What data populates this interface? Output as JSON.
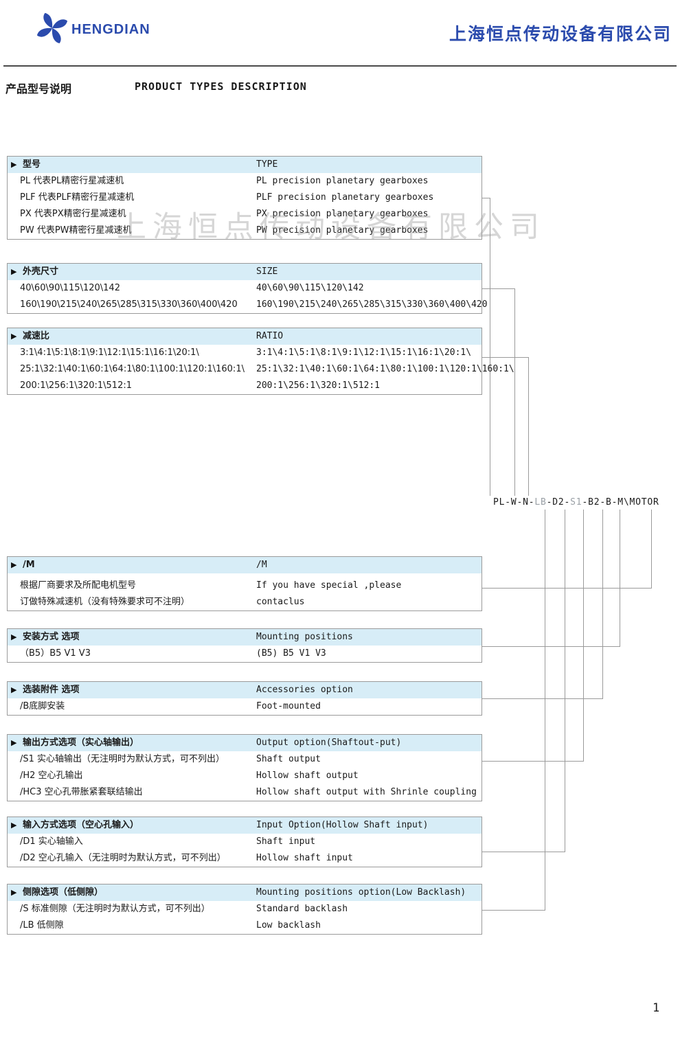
{
  "header": {
    "brand": "HENGDIAN",
    "company": "上海恒点传动设备有限公司"
  },
  "title": {
    "cn": "产品型号说明",
    "en": "PRODUCT TYPES DESCRIPTION"
  },
  "watermark": "上海恒点传动设备有限公司",
  "icons": {
    "section_marker": "▶"
  },
  "model_code": {
    "segments": [
      {
        "text": "PL-W-N-"
      },
      {
        "text": "LB"
      },
      {
        "text": "-D2-"
      },
      {
        "text": "S1"
      },
      {
        "text": "-B2-B-M\\MOTOR"
      }
    ]
  },
  "sections": [
    {
      "header_cn": "型号",
      "header_en": "TYPE",
      "rows": [
        {
          "cn": "PL 代表PL精密行星减速机",
          "en": "PL  precision planetary gearboxes"
        },
        {
          "cn": "PLF 代表PLF精密行星减速机",
          "en": "PLF precision planetary gearboxes"
        },
        {
          "cn": "PX  代表PX精密行星减速机",
          "en": "PX precision planetary gearboxes"
        },
        {
          "cn": "PW 代表PW精密行星减速机",
          "en": "PW precision planetary gearboxes"
        }
      ]
    },
    {
      "header_cn": "外壳尺寸",
      "header_en": "SIZE",
      "rows": [
        {
          "cn": "40\\60\\90\\115\\120\\142",
          "en": "40\\60\\90\\115\\120\\142"
        },
        {
          "cn": "160\\190\\215\\240\\265\\285\\315\\330\\360\\400\\420",
          "en": "160\\190\\215\\240\\265\\285\\315\\330\\360\\400\\420"
        }
      ]
    },
    {
      "header_cn": "减速比",
      "header_en": "RATIO",
      "rows": [
        {
          "cn": "3:1\\4:1\\5:1\\8:1\\9:1\\12:1\\15:1\\16:1\\20:1\\",
          "en": "3:1\\4:1\\5:1\\8:1\\9:1\\12:1\\15:1\\16:1\\20:1\\"
        },
        {
          "cn": "25:1\\32:1\\40:1\\60:1\\64:1\\80:1\\100:1\\120:1\\160:1\\",
          "en": "25:1\\32:1\\40:1\\60:1\\64:1\\80:1\\100:1\\120:1\\160:1\\"
        },
        {
          "cn": "200:1\\256:1\\320:1\\512:1",
          "en": "200:1\\256:1\\320:1\\512:1"
        }
      ]
    },
    {
      "header_cn": "/M",
      "header_en": "/M",
      "rows": [
        {
          "cn": "根据厂商要求及所配电机型号",
          "en": "If you have special ,please"
        },
        {
          "cn": "订做特殊减速机（没有特殊要求可不注明）",
          "en": "contaclus"
        }
      ]
    },
    {
      "header_cn": "安装方式 选项",
      "header_en": "Mounting positions",
      "rows": [
        {
          "cn": "（B5）B5 V1 V3",
          "en": "(B5) B5 V1 V3"
        }
      ]
    },
    {
      "header_cn": "选装附件 选项",
      "header_en": "Accessories option",
      "rows": [
        {
          "cn": "/B底脚安装",
          "en": "Foot-mounted"
        }
      ]
    },
    {
      "header_cn": "输出方式选项（实心轴输出）",
      "header_en": "Output option(Shaftout-put)",
      "rows": [
        {
          "cn": "/S1 实心轴输出（无注明时为默认方式，可不列出）",
          "en": "Shaft output"
        },
        {
          "cn": "/H2 空心孔输出",
          "en": "Hollow shaft output"
        },
        {
          "cn": "/HC3 空心孔带胀紧套联结输出",
          "en": "Hollow shaft output with Shrinle coupling"
        }
      ]
    },
    {
      "header_cn": "输入方式选项（空心孔输入）",
      "header_en": "Input  Option(Hollow Shaft input)",
      "rows": [
        {
          "cn": "/D1 实心轴输入",
          "en": "Shaft input"
        },
        {
          "cn": "/D2 空心孔输入（无注明时为默认方式，可不列出）",
          "en": "Hollow shaft input"
        }
      ]
    },
    {
      "header_cn": "侧隙选项（低侧隙）",
      "header_en": "Mounting positions option(Low Backlash)",
      "rows": [
        {
          "cn": "/S 标准侧隙（无注明时为默认方式，可不列出）",
          "en": "Standard backlash"
        },
        {
          "cn": "/LB 低侧隙",
          "en": "Low backlash"
        }
      ]
    }
  ],
  "page_number": "1",
  "colors": {
    "brand_blue": "#2b4bad",
    "section_header_bg": "#d7edf7",
    "connector_line": "#9a9a9a",
    "code_dim": "#9aa0a6"
  }
}
